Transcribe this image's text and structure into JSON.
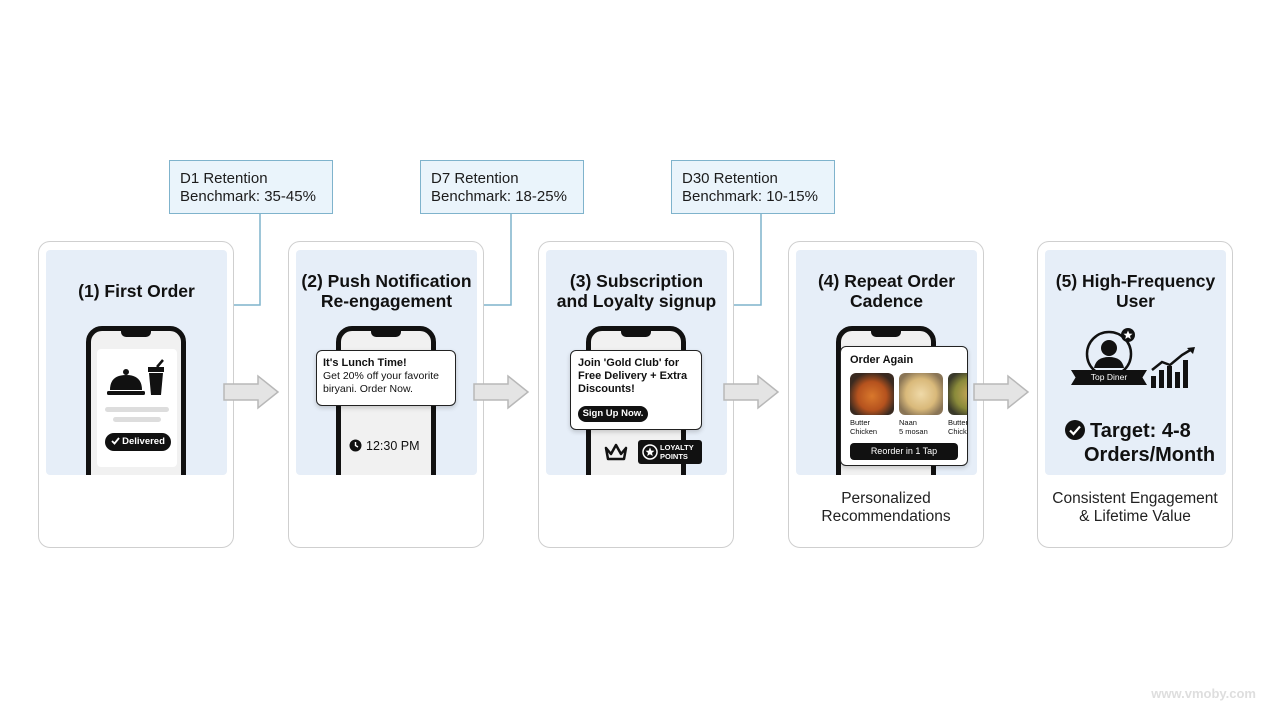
{
  "callouts": [
    {
      "title": "D1 Retention",
      "benchmark": "Benchmark: 35-45%"
    },
    {
      "title": "D7 Retention",
      "benchmark": "Benchmark: 18-25%"
    },
    {
      "title": "D30 Retention",
      "benchmark": "Benchmark: 10-15%"
    }
  ],
  "stages": [
    {
      "title_lines": [
        "(1) First Order"
      ],
      "badge": "Delivered"
    },
    {
      "title_lines": [
        "(2) Push Notification",
        "Re-engagement"
      ],
      "notification": {
        "heading": "It's Lunch Time!",
        "line1": "Get 20% off your favorite",
        "line2": "biryani. Order Now."
      },
      "time": "12:30 PM"
    },
    {
      "title_lines": [
        "(3) Subscription",
        "and Loyalty signup"
      ],
      "popup": {
        "line1": "Join 'Gold Club' for",
        "line2": "Free Delivery + Extra",
        "line3": "Discounts!",
        "button": "Sign Up Now."
      },
      "loyalty_label_1": "LOYALTY",
      "loyalty_label_2": "POINTS"
    },
    {
      "title_lines": [
        "(4) Repeat Order",
        "Cadence"
      ],
      "order_again": "Order Again",
      "dishes": [
        {
          "line1": "Butter",
          "line2": "Chicken"
        },
        {
          "line1": "Naan",
          "line2": "5 mosan"
        },
        {
          "line1": "Butter",
          "line2": "Chick"
        }
      ],
      "reorder_button": "Reorder in 1 Tap",
      "caption_lines": [
        "Personalized",
        "Recommendations"
      ]
    },
    {
      "title_lines": [
        "(5) High-Frequency",
        "User"
      ],
      "ribbon": "Top Diner",
      "target_lines": [
        "Target: 4-8",
        "Orders/Month"
      ],
      "caption_lines": [
        "Consistent Engagement",
        "& Lifetime Value"
      ]
    }
  ],
  "watermark": "www.vmoby.com",
  "colors": {
    "callout_border": "#7fb3cc",
    "callout_fill": "#eaf4fb",
    "panel_fill": "#e6eef8",
    "arrow_fill": "#e4e4e4"
  },
  "icons": [
    "cloche-icon",
    "drink-icon",
    "checkmark-icon",
    "clock-icon",
    "crown-icon",
    "star-icon",
    "avatar-icon",
    "growth-chart-icon",
    "check-circle-icon",
    "flow-arrow-icon"
  ]
}
